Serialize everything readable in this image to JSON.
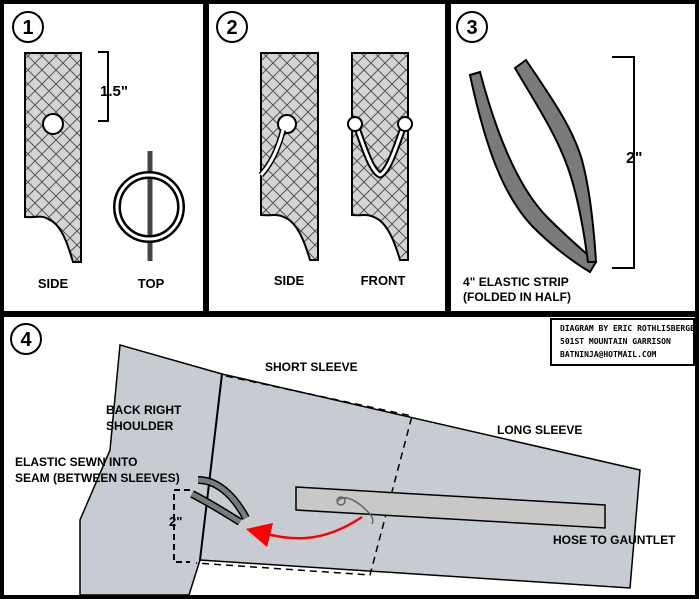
{
  "panels": {
    "p1": {
      "number": "1",
      "label_side": "SIDE",
      "label_top": "TOP",
      "measure": "1.5\""
    },
    "p2": {
      "number": "2",
      "label_side": "SIDE",
      "label_front": "FRONT"
    },
    "p3": {
      "number": "3",
      "measure": "2\"",
      "caption_line1": "4\" ELASTIC STRIP",
      "caption_line2": "(FOLDED IN HALF)"
    },
    "p4": {
      "number": "4",
      "credit_line1": "DIAGRAM BY ERIC ROTHLISBERGER",
      "credit_line2": "501ST MOUNTAIN GARRISON",
      "credit_line3": "BATNINJA@HOTMAIL.COM",
      "short_sleeve": "SHORT SLEEVE",
      "back_line1": "BACK RIGHT",
      "back_line2": "SHOULDER",
      "long_sleeve": "LONG SLEEVE",
      "elastic_line1": "ELASTIC SEWN INTO",
      "elastic_line2": "SEAM (BETWEEN SLEEVES)",
      "measure": "2\"",
      "hose": "HOSE TO GAUNTLET"
    }
  },
  "colors": {
    "background": "#000000",
    "panel": "#ffffff",
    "fabric": "#c6ccd2",
    "hose": "#c8c8c8",
    "elastic": "#7a7a7a",
    "arrow": "#ff0000"
  }
}
